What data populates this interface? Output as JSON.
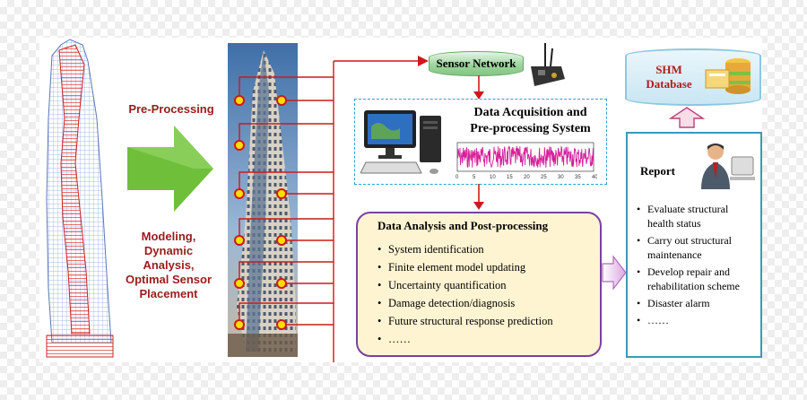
{
  "labels": {
    "pre_processing": "Pre-Processing",
    "modeling": [
      "Modeling,",
      "Dynamic Analysis,",
      "Optimal Sensor",
      "Placement"
    ]
  },
  "sensor_network": {
    "title": "Sensor Network"
  },
  "daq": {
    "title_line1": "Data Acquisition and",
    "title_line2": "Pre-processing System"
  },
  "analysis": {
    "title": "Data Analysis and Post-processing",
    "items": [
      "System identification",
      "Finite element model updating",
      "Uncertainty quantification",
      "Damage detection/diagnosis",
      "Future structural response prediction",
      "……"
    ]
  },
  "database": {
    "line1": "SHM",
    "line2": "Database"
  },
  "report": {
    "title": "Report",
    "items": [
      "Evaluate structural health status",
      "Carry out structural maintenance",
      "Develop repair and rehabilitation scheme",
      "Disaster alarm",
      "……"
    ]
  },
  "chart_ticks": [
    "0",
    "5",
    "10",
    "15",
    "20",
    "25",
    "30",
    "35",
    "40"
  ],
  "colors": {
    "arrow_green": "#6fbf3b",
    "label_red": "#9b1b1b",
    "line_red": "#cc1a1a",
    "sensor_yellow": "#ffdd00",
    "signal_magenta": "#d4209a",
    "analysis_border": "#7b3fa0",
    "report_border": "#3a9ab8"
  }
}
